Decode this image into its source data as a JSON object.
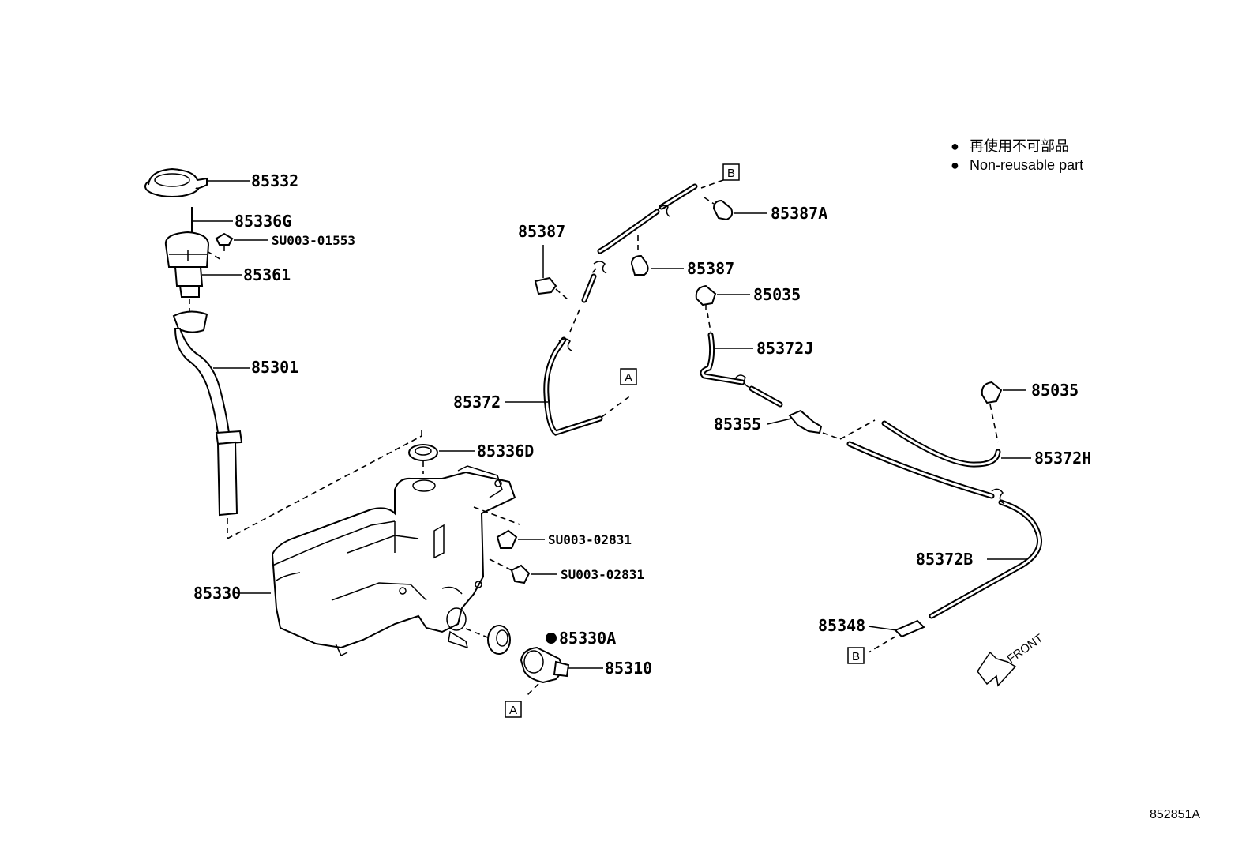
{
  "legend": [
    {
      "bullet": "●",
      "text": "再使用不可部品"
    },
    {
      "bullet": "●",
      "text": "Non-reusable part"
    }
  ],
  "parts": {
    "p85332": "85332",
    "p85336G": "85336G",
    "pSU003_01553": "SU003-01553",
    "p85361": "85361",
    "p85301": "85301",
    "p85336D": "85336D",
    "pSU003_02831_a": "SU003-02831",
    "pSU003_02831_b": "SU003-02831",
    "p85330": "85330",
    "p85330A": "85330A",
    "p85330A_bullet": "●",
    "p85310": "85310",
    "p85387_a": "85387",
    "p85387_b": "85387",
    "p85387A": "85387A",
    "p85372": "85372",
    "p85035_a": "85035",
    "p85372J": "85372J",
    "p85355": "85355",
    "p85035_b": "85035",
    "p85372H": "85372H",
    "p85372B": "85372B",
    "p85348": "85348"
  },
  "refs": {
    "A_top": "A",
    "A_bottom": "A",
    "B_top": "B",
    "B_bottom": "B"
  },
  "front_label": "FRONT",
  "drawing_code": "852851A"
}
